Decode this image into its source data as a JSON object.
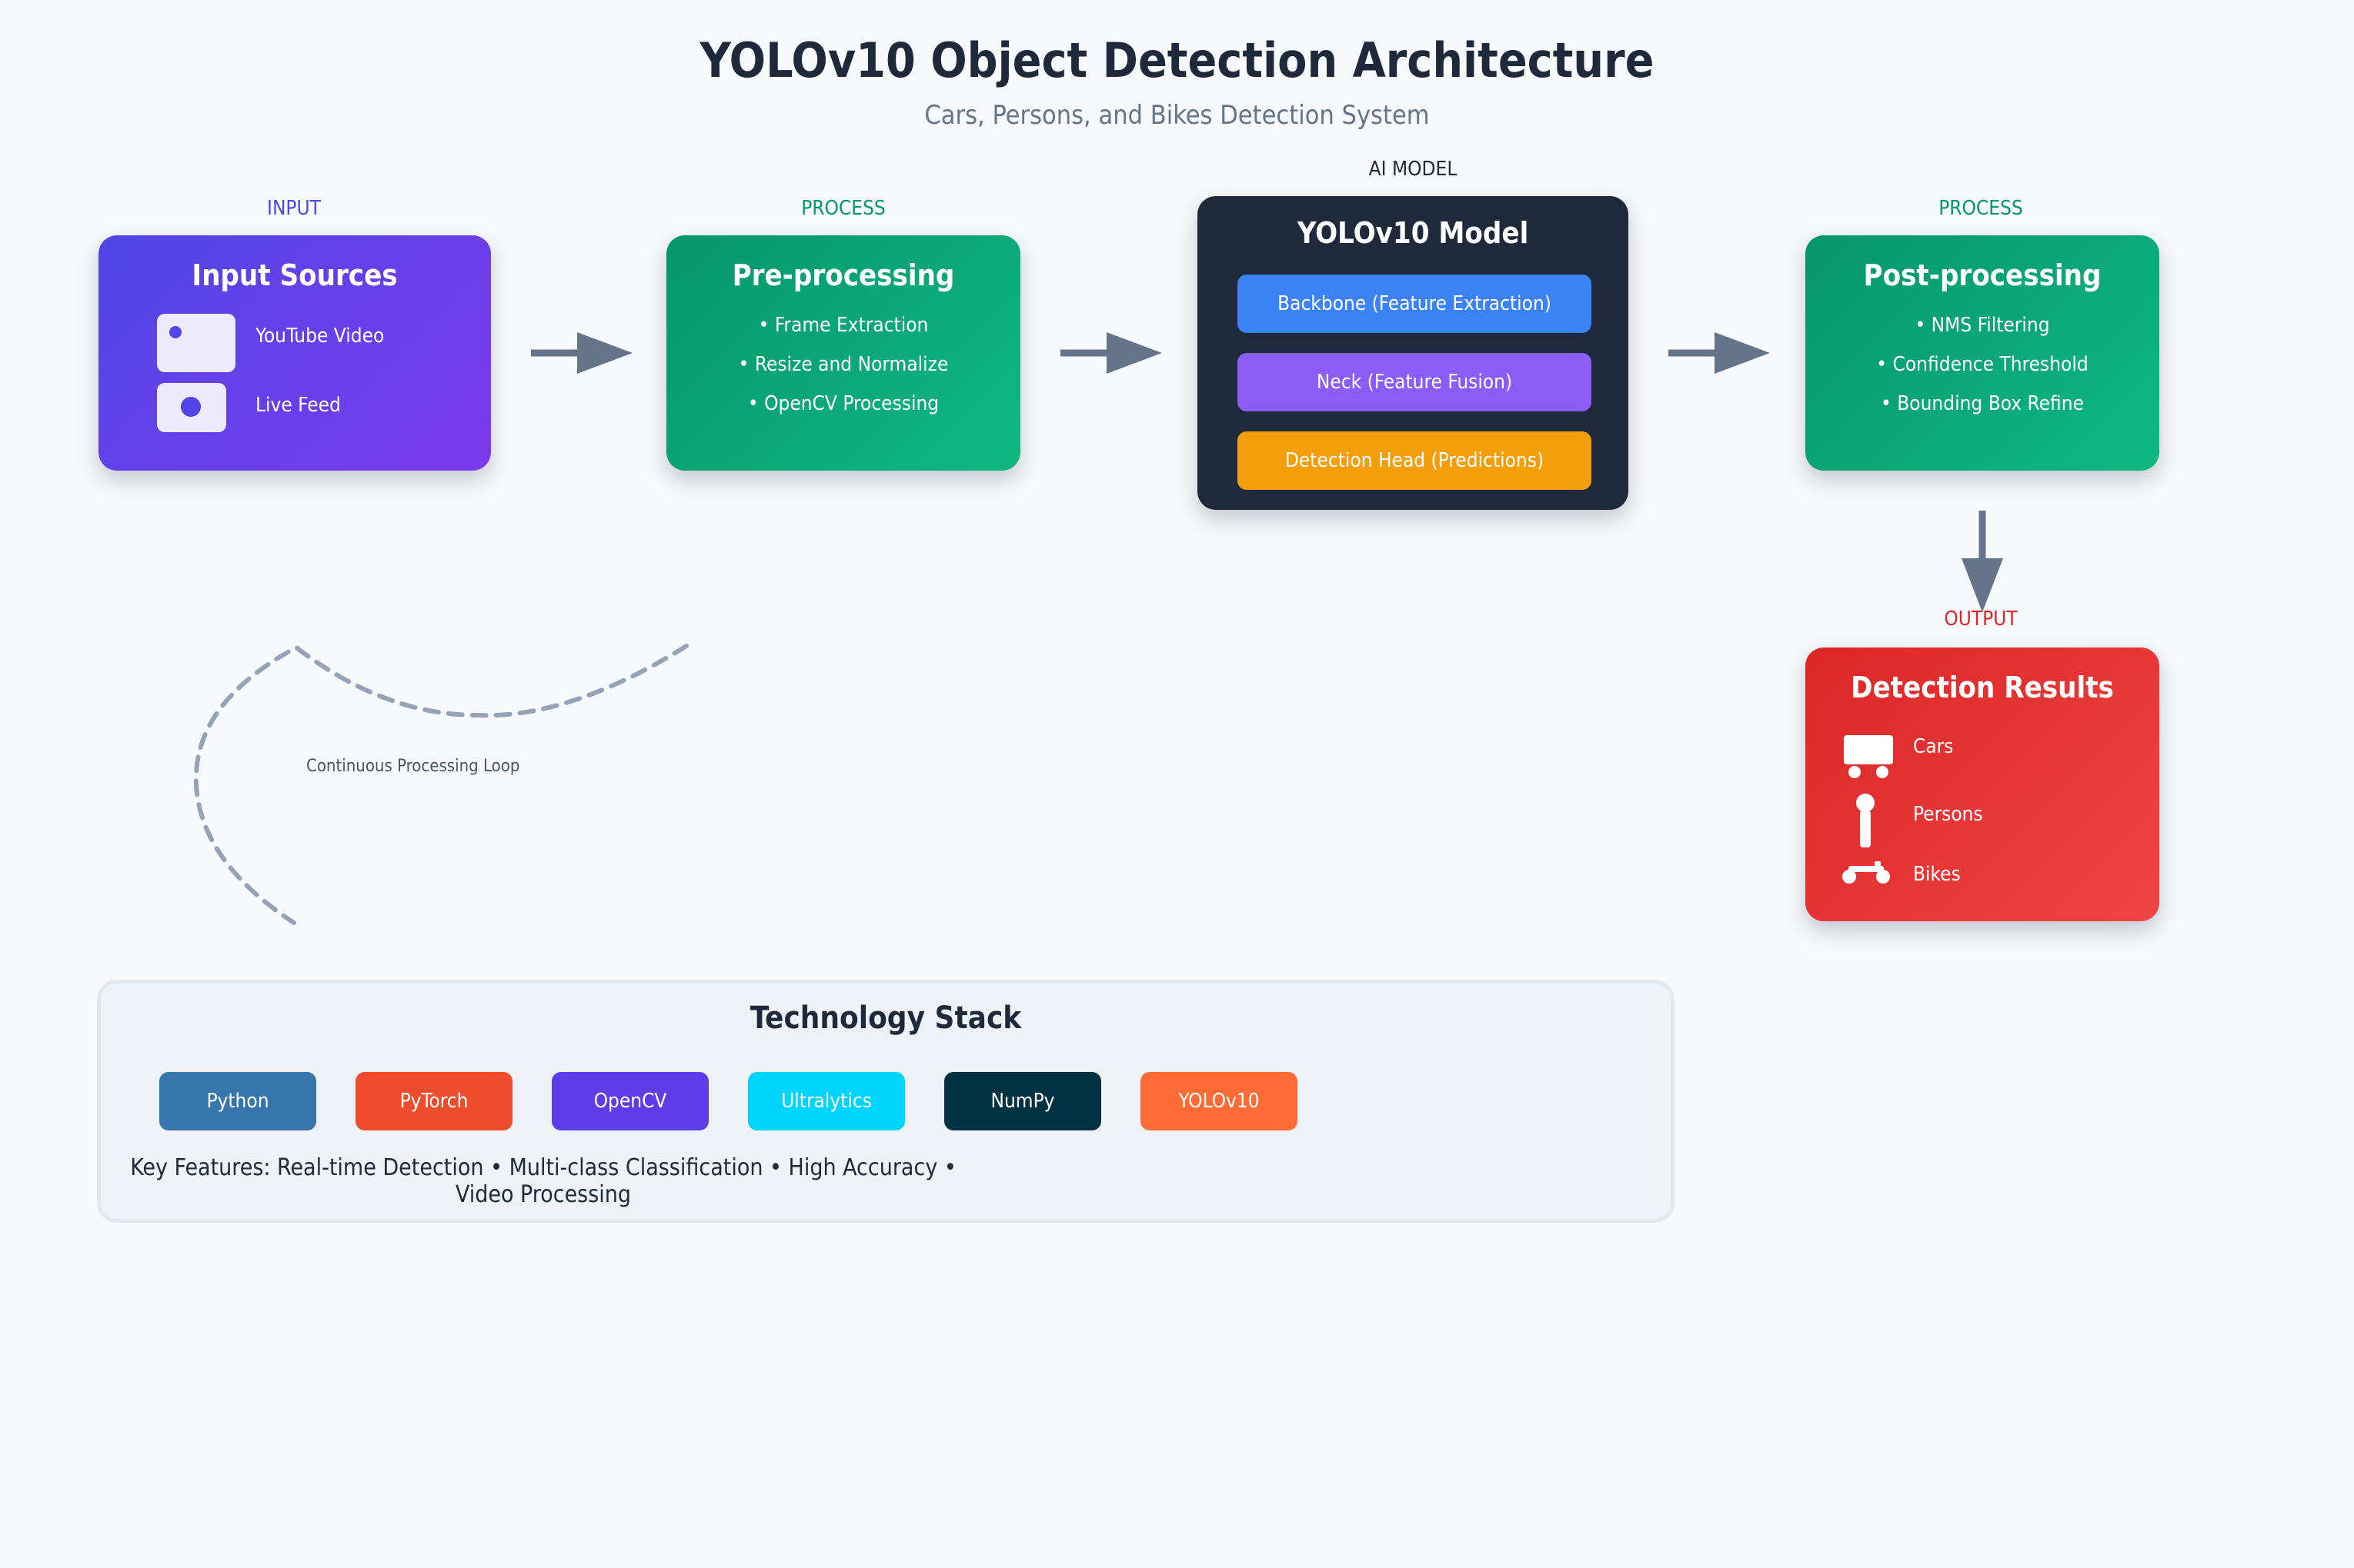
{
  "header": {
    "title": "YOLOv10 Object Detection Architecture",
    "subtitle": "Cars, Persons, and Bikes Detection System"
  },
  "stages": {
    "input": {
      "label": "INPUT",
      "title": "Input Sources",
      "items": [
        "YouTube Video",
        "Live Feed"
      ],
      "colors": {
        "from": "#4f46e5",
        "to": "#7c3aed",
        "label": "#4f46e5"
      }
    },
    "preprocess": {
      "label": "PROCESS",
      "title": "Pre-processing",
      "bullets": [
        "• Frame Extraction",
        "• Resize and Normalize",
        "• OpenCV Processing"
      ],
      "colors": {
        "from": "#059669",
        "to": "#10b981",
        "label": "#059669"
      }
    },
    "model": {
      "label": "AI MODEL",
      "title": "YOLOv10 Model",
      "layers": [
        {
          "label": "Backbone (Feature Extraction)",
          "color": "#3b82f6"
        },
        {
          "label": "Neck (Feature Fusion)",
          "color": "#8b5cf6"
        },
        {
          "label": "Detection Head (Predictions)",
          "color": "#f59e0b"
        }
      ],
      "colors": {
        "bg": "#1e293b",
        "label": "#1e293b"
      }
    },
    "postprocess": {
      "label": "PROCESS",
      "title": "Post-processing",
      "bullets": [
        "• NMS Filtering",
        "• Confidence Threshold",
        "• Bounding Box Refine"
      ],
      "colors": {
        "from": "#059669",
        "to": "#10b981",
        "label": "#059669"
      }
    },
    "output": {
      "label": "OUTPUT",
      "title": "Detection Results",
      "items": [
        {
          "label": "Cars",
          "icon": "car-icon"
        },
        {
          "label": "Persons",
          "icon": "person-icon"
        },
        {
          "label": "Bikes",
          "icon": "bike-icon"
        }
      ],
      "colors": {
        "from": "#dc2626",
        "to": "#ef4444",
        "label": "#dc2626"
      }
    }
  },
  "loop": {
    "label": "Continuous Processing Loop"
  },
  "tech_stack": {
    "title": "Technology Stack",
    "items": [
      {
        "label": "Python",
        "color": "#3776ab"
      },
      {
        "label": "PyTorch",
        "color": "#ee4c2c"
      },
      {
        "label": "OpenCV",
        "color": "#5c3ee8"
      },
      {
        "label": "Ultralytics",
        "color": "#00d4ff"
      },
      {
        "label": "NumPy",
        "color": "#013243"
      },
      {
        "label": "YOLOv10",
        "color": "#ff6b35"
      }
    ],
    "features": "Key Features: Real-time Detection • Multi-class Classification • High Accuracy • Video Processing"
  },
  "arrow_color": "#64748b"
}
